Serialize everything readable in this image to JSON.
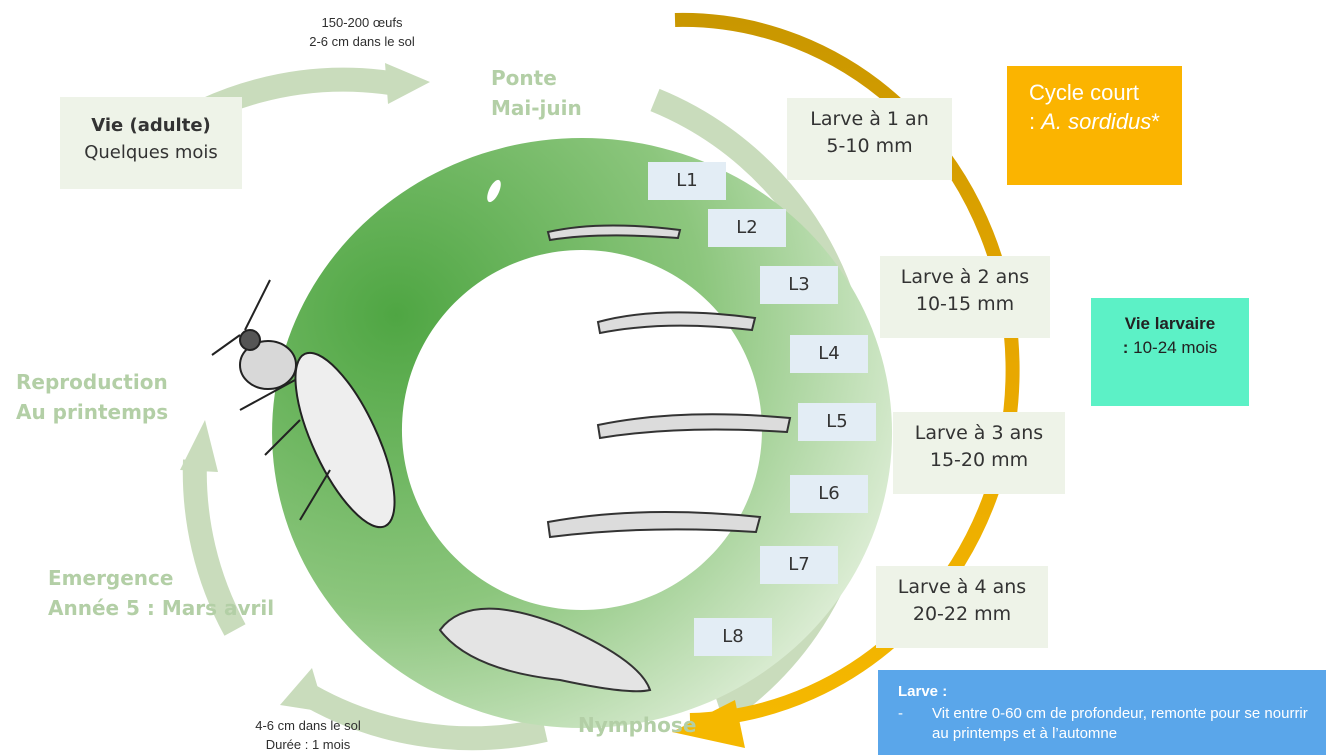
{
  "top_note": {
    "line1": "150-200 œufs",
    "line2": "2-6 cm dans le sol"
  },
  "bottom_note": {
    "line1": "4-6 cm dans le sol",
    "line2": "Durée : 1 mois"
  },
  "adult_box": {
    "title": "Vie (adulte)",
    "sub": "Quelques mois"
  },
  "stage_ponte": {
    "line1": "Ponte",
    "line2": "Mai-juin"
  },
  "stage_reproduction": {
    "line1": "Reproduction",
    "line2": "Au printemps"
  },
  "stage_emergence": {
    "line1": "Emergence",
    "line2": "Année 5 : Mars avril"
  },
  "stage_nymphose": {
    "label": "Nymphose"
  },
  "instars": [
    "L1",
    "L2",
    "L3",
    "L4",
    "L5",
    "L6",
    "L7",
    "L8"
  ],
  "larva_ages": [
    {
      "line1": "Larve à 1 an",
      "line2": "5-10 mm"
    },
    {
      "line1": "Larve à 2 ans",
      "line2": "10-15 mm"
    },
    {
      "line1": "Larve à 3 ans",
      "line2": "15-20 mm"
    },
    {
      "line1": "Larve à 4 ans",
      "line2": "20-22 mm"
    }
  ],
  "cycle_court": {
    "line1": "Cycle court",
    "prefix": ": ",
    "species": "A. sordidus",
    "suffix": "*"
  },
  "vie_larvaire": {
    "title": "Vie larvaire",
    "colon": ":",
    "value": "10-24 mois"
  },
  "larve_box": {
    "title": "Larve :",
    "dash": "-",
    "text": "Vit entre 0-60 cm de profondeur, remonte pour se nourrir au printemps et à l’automne"
  },
  "colors": {
    "cycle_court_bg": "#fbb400",
    "vie_larvaire_bg": "#5cf1c6",
    "larve_bg": "#5aa6ea",
    "ring_green": "#5aac4a",
    "arrow_gold": "#d9a000"
  }
}
